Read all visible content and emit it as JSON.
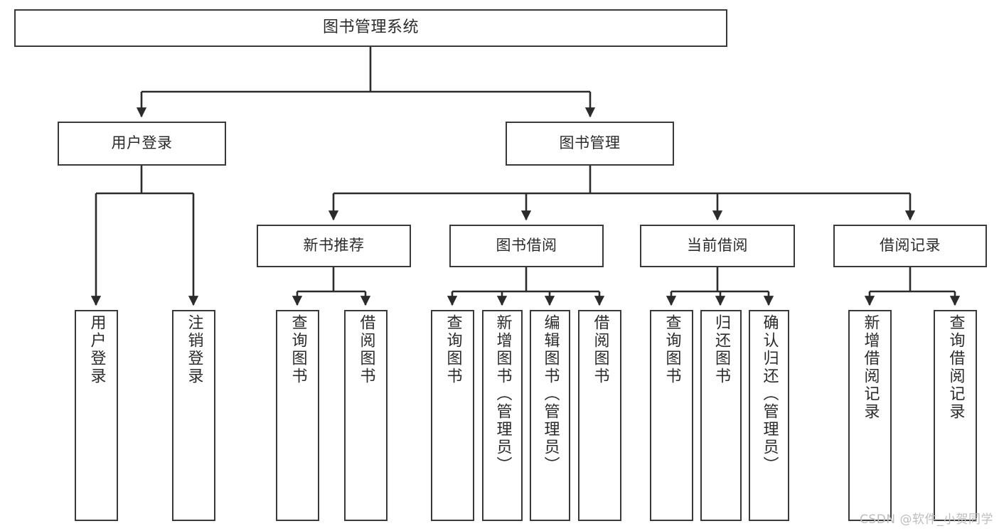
{
  "diagram": {
    "title": "图书管理系统",
    "type": "tree",
    "watermark": "CSDN @软件_小贺同学",
    "colors": {
      "box_border": "#3a3a3a",
      "box_fill": "#ffffff",
      "edge": "#2b2b2b",
      "text": "#2b2b2b",
      "watermark": "#bdbdbd",
      "background": "#ffffff"
    },
    "levels": {
      "root": {
        "label": "图书管理系统"
      },
      "level2": [
        {
          "id": "user-login",
          "label": "用户登录"
        },
        {
          "id": "book-manage",
          "label": "图书管理"
        }
      ],
      "level3": [
        {
          "id": "new-book-recommend",
          "label": "新书推荐",
          "parent": "book-manage"
        },
        {
          "id": "book-borrow",
          "label": "图书借阅",
          "parent": "book-manage"
        },
        {
          "id": "current-borrow",
          "label": "当前借阅",
          "parent": "book-manage"
        },
        {
          "id": "borrow-record",
          "label": "借阅记录",
          "parent": "book-manage"
        }
      ],
      "leaves": [
        {
          "id": "leaf-user-login",
          "label": "用户登录",
          "parent": "user-login"
        },
        {
          "id": "leaf-logout-login",
          "label": "注销登录",
          "parent": "user-login"
        },
        {
          "id": "leaf-query-book-1",
          "label": "查询图书",
          "parent": "new-book-recommend"
        },
        {
          "id": "leaf-borrow-book-1",
          "label": "借阅图书",
          "parent": "new-book-recommend"
        },
        {
          "id": "leaf-query-book-2",
          "label": "查询图书",
          "parent": "book-borrow"
        },
        {
          "id": "leaf-add-book",
          "label": "新增图书（管理员）",
          "parent": "book-borrow"
        },
        {
          "id": "leaf-edit-book",
          "label": "编辑图书（管理员）",
          "parent": "book-borrow"
        },
        {
          "id": "leaf-borrow-book-2",
          "label": "借阅图书",
          "parent": "book-borrow"
        },
        {
          "id": "leaf-query-book-3",
          "label": "查询图书",
          "parent": "current-borrow"
        },
        {
          "id": "leaf-return-book",
          "label": "归还图书",
          "parent": "current-borrow"
        },
        {
          "id": "leaf-confirm-return",
          "label": "确认归还（管理员）",
          "parent": "current-borrow"
        },
        {
          "id": "leaf-add-record",
          "label": "新增借阅记录",
          "parent": "borrow-record"
        },
        {
          "id": "leaf-query-record",
          "label": "查询借阅记录",
          "parent": "borrow-record"
        }
      ]
    }
  }
}
